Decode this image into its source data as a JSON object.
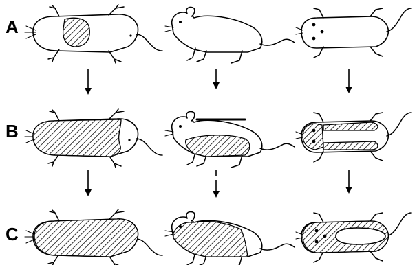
{
  "rows": [
    {
      "label": "A",
      "stage": "initial"
    },
    {
      "label": "B",
      "stage": "intermediate"
    },
    {
      "label": "C",
      "stage": "final"
    }
  ],
  "views": [
    "dorsal",
    "lateral",
    "ventral"
  ],
  "panels": {
    "A": {
      "dorsal": "small-patch",
      "lateral": "none",
      "ventral": "none"
    },
    "B": {
      "dorsal": "most-of-back",
      "lateral": "lower-flank",
      "ventral": "limbs-and-head"
    },
    "C": {
      "dorsal": "entire-body",
      "lateral": "most-of-body",
      "ventral": "body-except-center"
    }
  },
  "colors": {
    "ink": "#000000",
    "background": "#ffffff"
  }
}
